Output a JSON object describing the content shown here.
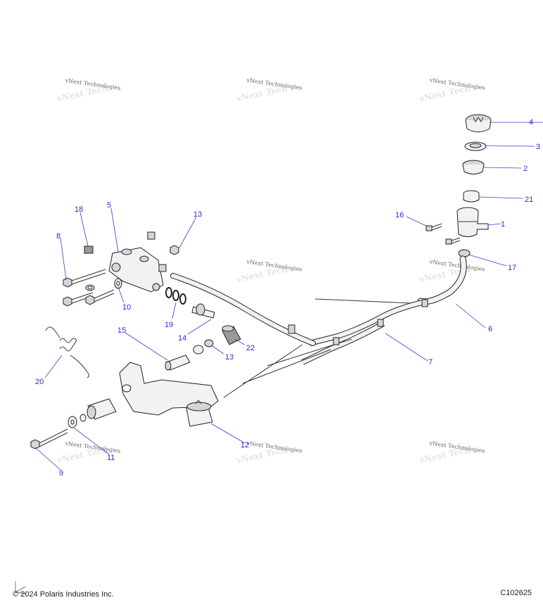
{
  "watermark": "vNext Technologies",
  "copyright": "© 2024 Polaris Industries Inc.",
  "diagram_code": "C102625",
  "callouts": [
    "1",
    "2",
    "3",
    "4",
    "5",
    "6",
    "7",
    "8",
    "9",
    "10",
    "11",
    "12",
    "13",
    "13",
    "14",
    "15",
    "16",
    "17",
    "18",
    "19",
    "20",
    "21",
    "22"
  ],
  "colors": {
    "callout": "#2b2bd6",
    "line": "#222222"
  }
}
